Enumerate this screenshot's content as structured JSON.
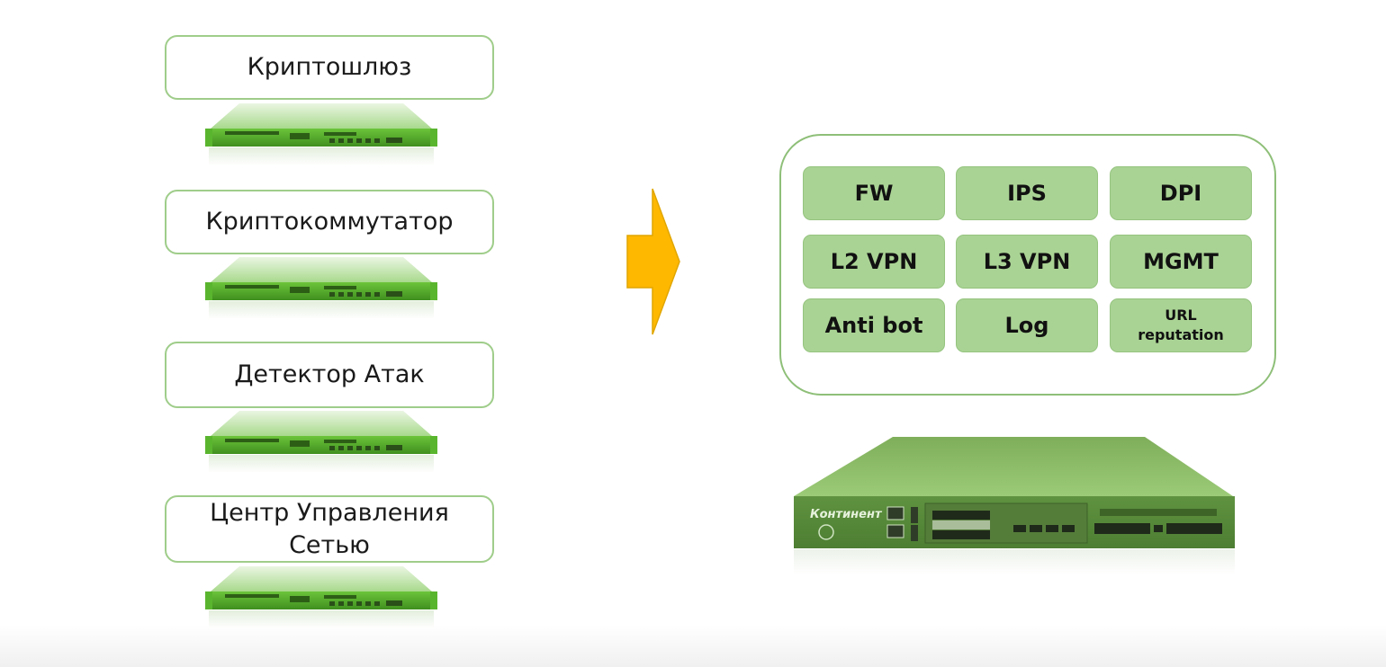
{
  "left_column": {
    "devices": [
      {
        "label": "Криптошлюз"
      },
      {
        "label": "Криптокоммутатор"
      },
      {
        "label": "Детектор Атак"
      },
      {
        "label_line1": "Центр Управления",
        "label_line2": "Сетью"
      }
    ]
  },
  "arrow": {
    "icon": "arrow-right-icon",
    "color": "#ffb800"
  },
  "modules_panel": {
    "modules": [
      {
        "label": "FW"
      },
      {
        "label": "IPS"
      },
      {
        "label": "DPI"
      },
      {
        "label": "L2 VPN"
      },
      {
        "label": "L3 VPN"
      },
      {
        "label": "MGMT"
      },
      {
        "label": "Anti bot"
      },
      {
        "label": "Log"
      },
      {
        "label_line1": "URL",
        "label_line2": "reputation"
      }
    ]
  },
  "appliance": {
    "brand": "Континент"
  },
  "colors": {
    "label_border": "#9fcd8a",
    "module_fill": "#a9d394",
    "panel_border": "#8ebf78",
    "device_green": "#4c9a2a",
    "appliance_green": "#5e8f3e",
    "arrow": "#ffb800"
  }
}
